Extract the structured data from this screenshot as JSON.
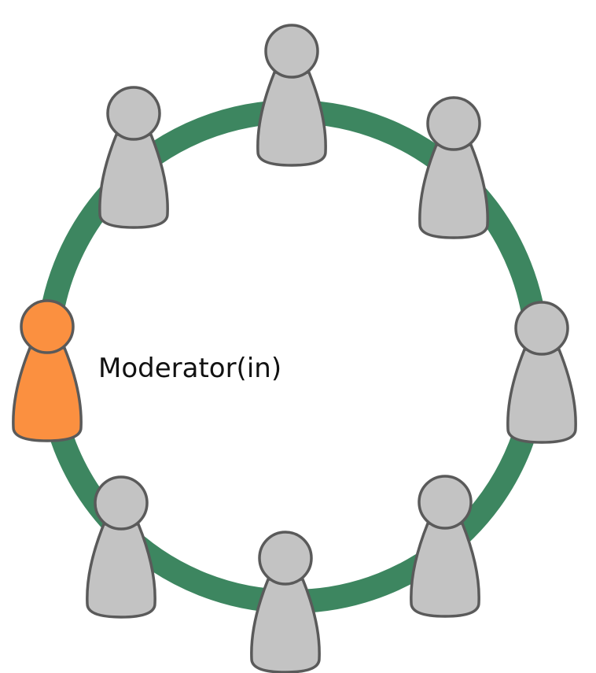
{
  "colors": {
    "ring": "#3d8660",
    "participant_fill": "#c3c3c3",
    "moderator_fill": "#fb9040",
    "outline": "#5a5a5a",
    "label_text": "#111111"
  },
  "moderator": {
    "label": "Moderator(in)"
  },
  "participants": [
    "participant-top",
    "participant-top-right",
    "participant-right",
    "participant-bottom-right",
    "participant-bottom",
    "participant-bottom-left",
    "participant-top-left"
  ]
}
